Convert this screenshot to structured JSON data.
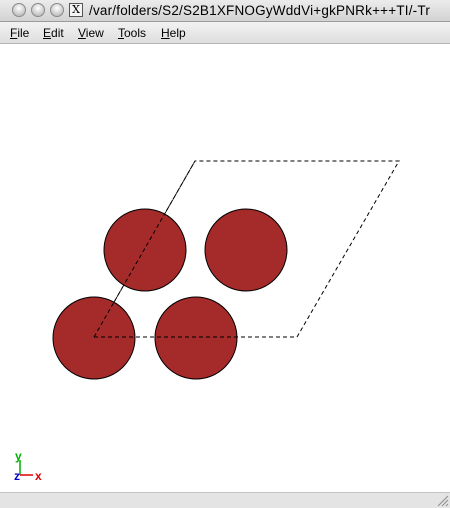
{
  "window": {
    "title": "/var/folders/S2/S2B1XFNOGyWddVi+gkPNRk+++TI/-Tr",
    "x11_icon_label": "X",
    "buttons": [
      "close",
      "minimize",
      "zoom"
    ]
  },
  "menubar": {
    "items": [
      {
        "label_first": "F",
        "label_rest": "ile"
      },
      {
        "label_first": "E",
        "label_rest": "dit"
      },
      {
        "label_first": "V",
        "label_rest": "iew"
      },
      {
        "label_first": "T",
        "label_rest": "ools"
      },
      {
        "label_first": "H",
        "label_rest": "elp"
      }
    ]
  },
  "viewer": {
    "atom_count": 4,
    "atom_color": "#a52a2a",
    "atom_outline_color": "#000000",
    "unit_cell_style": "dashed",
    "axes": [
      {
        "label": "y",
        "color": "#00b000"
      },
      {
        "label": "z",
        "color": "#0000cc"
      },
      {
        "label": "x",
        "color": "#dd0000"
      }
    ]
  },
  "icons": {
    "resize_grip": "resize-grip-icon",
    "x11": "x11-icon"
  }
}
